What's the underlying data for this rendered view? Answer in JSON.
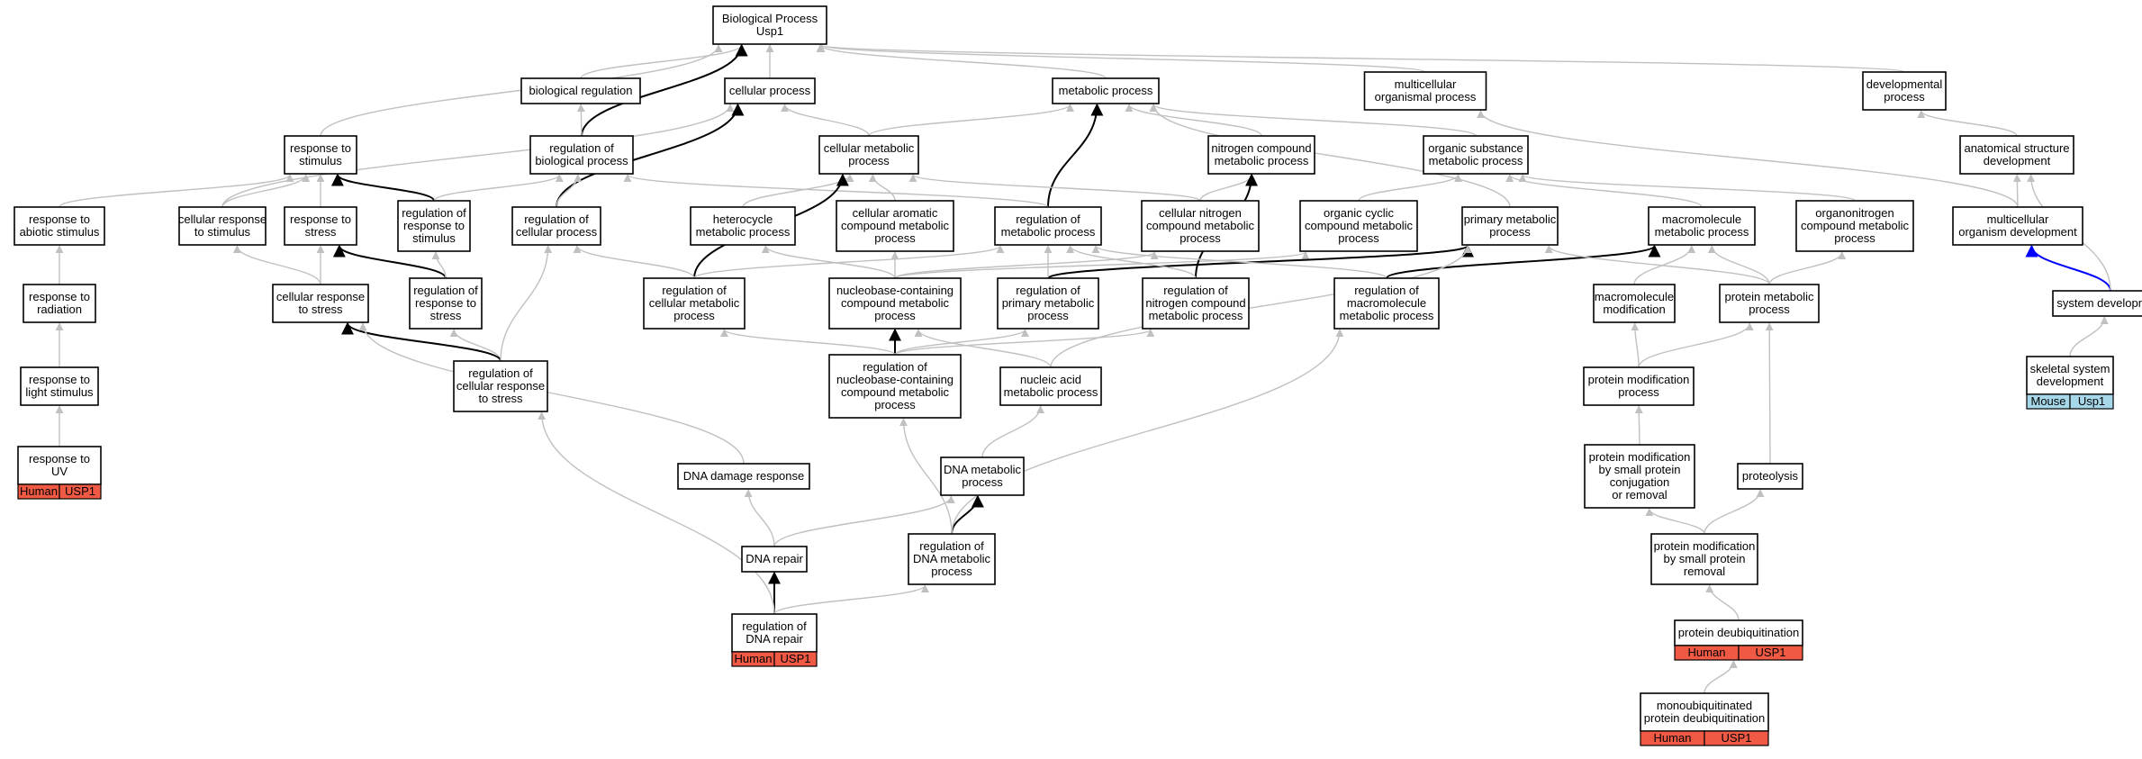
{
  "colors": {
    "grey_edge": "#c0c0c0",
    "black_edge": "#000000",
    "blue_edge": "#0000ff",
    "human_badge": "#f05a45",
    "mouse_badge": "#a6d8ea"
  },
  "nodes": [
    {
      "id": "bp",
      "lines": [
        "Biological Process",
        "Usp1"
      ]
    },
    {
      "id": "bioreg",
      "lines": [
        "biological regulation"
      ]
    },
    {
      "id": "cellproc",
      "lines": [
        "cellular process"
      ]
    },
    {
      "id": "metaproc",
      "lines": [
        "metabolic process"
      ]
    },
    {
      "id": "multiorg",
      "lines": [
        "multicellular",
        "organismal process"
      ]
    },
    {
      "id": "devproc",
      "lines": [
        "developmental",
        "process"
      ]
    },
    {
      "id": "respstim",
      "lines": [
        "response to",
        "stimulus"
      ]
    },
    {
      "id": "regbio",
      "lines": [
        "regulation of",
        "biological process"
      ]
    },
    {
      "id": "cellmeta",
      "lines": [
        "cellular metabolic",
        "process"
      ]
    },
    {
      "id": "nitro",
      "lines": [
        "nitrogen compound",
        "metabolic process"
      ]
    },
    {
      "id": "orgsub",
      "lines": [
        "organic substance",
        "metabolic process"
      ]
    },
    {
      "id": "anat",
      "lines": [
        "anatomical structure",
        "development"
      ]
    },
    {
      "id": "abiotic",
      "lines": [
        "response to",
        "abiotic stimulus"
      ]
    },
    {
      "id": "cellrespstim",
      "lines": [
        "cellular response",
        "to stimulus"
      ]
    },
    {
      "id": "respstress",
      "lines": [
        "response to",
        "stress"
      ]
    },
    {
      "id": "regrespstim",
      "lines": [
        "regulation of",
        "response to",
        "stimulus"
      ]
    },
    {
      "id": "regcell",
      "lines": [
        "regulation of",
        "cellular process"
      ]
    },
    {
      "id": "hetero",
      "lines": [
        "heterocycle",
        "metabolic process"
      ]
    },
    {
      "id": "arom",
      "lines": [
        "cellular aromatic",
        "compound metabolic",
        "process"
      ]
    },
    {
      "id": "regmeta",
      "lines": [
        "regulation of",
        "metabolic process"
      ]
    },
    {
      "id": "cellnitro",
      "lines": [
        "cellular nitrogen",
        "compound metabolic",
        "process"
      ]
    },
    {
      "id": "orgcyc",
      "lines": [
        "organic cyclic",
        "compound metabolic",
        "process"
      ]
    },
    {
      "id": "primmeta",
      "lines": [
        "primary metabolic",
        "process"
      ]
    },
    {
      "id": "macro",
      "lines": [
        "macromolecule",
        "metabolic process"
      ]
    },
    {
      "id": "organonitro",
      "lines": [
        "organonitrogen",
        "compound metabolic",
        "process"
      ]
    },
    {
      "id": "multidev",
      "lines": [
        "multicellular",
        "organism development"
      ]
    },
    {
      "id": "radiation",
      "lines": [
        "response to",
        "radiation"
      ]
    },
    {
      "id": "cellrespstress",
      "lines": [
        "cellular response",
        "to stress"
      ]
    },
    {
      "id": "regrespstress",
      "lines": [
        "regulation of",
        "response to",
        "stress"
      ]
    },
    {
      "id": "regcellmeta",
      "lines": [
        "regulation of",
        "cellular metabolic",
        "process"
      ]
    },
    {
      "id": "nucbase",
      "lines": [
        "nucleobase-containing",
        "compound metabolic",
        "process"
      ]
    },
    {
      "id": "regprim",
      "lines": [
        "regulation of",
        "primary metabolic",
        "process"
      ]
    },
    {
      "id": "regnitro",
      "lines": [
        "regulation of",
        "nitrogen compound",
        "metabolic process"
      ]
    },
    {
      "id": "regmacro",
      "lines": [
        "regulation of",
        "macromolecule",
        "metabolic process"
      ]
    },
    {
      "id": "macromod",
      "lines": [
        "macromolecule",
        "modification"
      ]
    },
    {
      "id": "protmeta",
      "lines": [
        "protein metabolic",
        "process"
      ]
    },
    {
      "id": "sysdev",
      "lines": [
        "system development"
      ]
    },
    {
      "id": "light",
      "lines": [
        "response to",
        "light stimulus"
      ]
    },
    {
      "id": "regcellrespstress",
      "lines": [
        "regulation of",
        "cellular response",
        "to stress"
      ]
    },
    {
      "id": "regnucbase",
      "lines": [
        "regulation of",
        "nucleobase-containing",
        "compound metabolic",
        "process"
      ]
    },
    {
      "id": "nucacid",
      "lines": [
        "nucleic acid",
        "metabolic process"
      ]
    },
    {
      "id": "protmod",
      "lines": [
        "protein modification",
        "process"
      ]
    },
    {
      "id": "skeletal",
      "lines": [
        "skeletal system",
        "development"
      ],
      "badge": {
        "species": "Mouse",
        "gene": "Usp1",
        "kind": "mouse"
      }
    },
    {
      "id": "uv",
      "lines": [
        "response to",
        "UV"
      ],
      "badge": {
        "species": "Human",
        "gene": "USP1",
        "kind": "human"
      }
    },
    {
      "id": "dnadamage",
      "lines": [
        "DNA damage response"
      ]
    },
    {
      "id": "dnameta",
      "lines": [
        "DNA metabolic",
        "process"
      ]
    },
    {
      "id": "protmodsmall",
      "lines": [
        "protein modification",
        "by small protein",
        "conjugation",
        "or removal"
      ]
    },
    {
      "id": "proteolysis",
      "lines": [
        "proteolysis"
      ]
    },
    {
      "id": "dnarepair",
      "lines": [
        "DNA repair"
      ]
    },
    {
      "id": "regdnameta",
      "lines": [
        "regulation of",
        "DNA metabolic",
        "process"
      ]
    },
    {
      "id": "protmodremoval",
      "lines": [
        "protein modification",
        "by small protein",
        "removal"
      ]
    },
    {
      "id": "regdnarepair",
      "lines": [
        "regulation of",
        "DNA repair"
      ],
      "badge": {
        "species": "Human",
        "gene": "USP1",
        "kind": "human"
      }
    },
    {
      "id": "deubiq",
      "lines": [
        "protein deubiquitination"
      ],
      "badge": {
        "species": "Human",
        "gene": "USP1",
        "kind": "human"
      }
    },
    {
      "id": "monodeubiq",
      "lines": [
        "monoubiquitinated",
        "protein deubiquitination"
      ],
      "badge": {
        "species": "Human",
        "gene": "USP1",
        "kind": "human"
      }
    }
  ],
  "edges": [
    {
      "from": "bioreg",
      "to": "bp",
      "style": "grey"
    },
    {
      "from": "cellproc",
      "to": "bp",
      "style": "grey"
    },
    {
      "from": "metaproc",
      "to": "bp",
      "style": "grey"
    },
    {
      "from": "multiorg",
      "to": "bp",
      "style": "grey"
    },
    {
      "from": "devproc",
      "to": "bp",
      "style": "grey"
    },
    {
      "from": "respstim",
      "to": "bp",
      "style": "grey"
    },
    {
      "from": "regbio",
      "to": "bp",
      "style": "black"
    },
    {
      "from": "regbio",
      "to": "bioreg",
      "style": "grey"
    },
    {
      "from": "cellmeta",
      "to": "cellproc",
      "style": "grey"
    },
    {
      "from": "cellmeta",
      "to": "metaproc",
      "style": "grey"
    },
    {
      "from": "nitro",
      "to": "metaproc",
      "style": "grey"
    },
    {
      "from": "orgsub",
      "to": "metaproc",
      "style": "grey"
    },
    {
      "from": "anat",
      "to": "devproc",
      "style": "grey"
    },
    {
      "from": "abiotic",
      "to": "respstim",
      "style": "grey"
    },
    {
      "from": "cellrespstim",
      "to": "respstim",
      "style": "grey"
    },
    {
      "from": "cellrespstim",
      "to": "cellproc",
      "style": "grey"
    },
    {
      "from": "respstress",
      "to": "respstim",
      "style": "grey"
    },
    {
      "from": "regrespstim",
      "to": "respstim",
      "style": "black"
    },
    {
      "from": "regrespstim",
      "to": "regbio",
      "style": "grey"
    },
    {
      "from": "regcell",
      "to": "cellproc",
      "style": "black"
    },
    {
      "from": "regcell",
      "to": "regbio",
      "style": "grey"
    },
    {
      "from": "hetero",
      "to": "cellmeta",
      "style": "grey"
    },
    {
      "from": "arom",
      "to": "cellmeta",
      "style": "grey"
    },
    {
      "from": "regmeta",
      "to": "metaproc",
      "style": "black"
    },
    {
      "from": "regmeta",
      "to": "regbio",
      "style": "grey"
    },
    {
      "from": "cellnitro",
      "to": "nitro",
      "style": "grey"
    },
    {
      "from": "cellnitro",
      "to": "cellmeta",
      "style": "grey"
    },
    {
      "from": "orgcyc",
      "to": "orgsub",
      "style": "grey"
    },
    {
      "from": "primmeta",
      "to": "metaproc",
      "style": "grey"
    },
    {
      "from": "macro",
      "to": "orgsub",
      "style": "grey"
    },
    {
      "from": "organonitro",
      "to": "orgsub",
      "style": "grey"
    },
    {
      "from": "multidev",
      "to": "anat",
      "style": "grey"
    },
    {
      "from": "multidev",
      "to": "multiorg",
      "style": "grey"
    },
    {
      "from": "radiation",
      "to": "abiotic",
      "style": "grey"
    },
    {
      "from": "cellrespstress",
      "to": "respstress",
      "style": "grey"
    },
    {
      "from": "cellrespstress",
      "to": "cellrespstim",
      "style": "grey"
    },
    {
      "from": "regrespstress",
      "to": "respstress",
      "style": "black"
    },
    {
      "from": "regrespstress",
      "to": "regrespstim",
      "style": "grey"
    },
    {
      "from": "regcellmeta",
      "to": "cellmeta",
      "style": "black"
    },
    {
      "from": "regcellmeta",
      "to": "regcell",
      "style": "grey"
    },
    {
      "from": "regcellmeta",
      "to": "regmeta",
      "style": "grey"
    },
    {
      "from": "nucbase",
      "to": "hetero",
      "style": "grey"
    },
    {
      "from": "nucbase",
      "to": "arom",
      "style": "grey"
    },
    {
      "from": "nucbase",
      "to": "orgcyc",
      "style": "grey"
    },
    {
      "from": "nucbase",
      "to": "cellnitro",
      "style": "grey"
    },
    {
      "from": "regprim",
      "to": "primmeta",
      "style": "black"
    },
    {
      "from": "regprim",
      "to": "regmeta",
      "style": "grey"
    },
    {
      "from": "regnitro",
      "to": "nitro",
      "style": "black"
    },
    {
      "from": "regnitro",
      "to": "regmeta",
      "style": "grey"
    },
    {
      "from": "regmacro",
      "to": "macro",
      "style": "black"
    },
    {
      "from": "regmacro",
      "to": "regmeta",
      "style": "grey"
    },
    {
      "from": "macromod",
      "to": "macro",
      "style": "grey"
    },
    {
      "from": "protmeta",
      "to": "macro",
      "style": "grey"
    },
    {
      "from": "protmeta",
      "to": "organonitro",
      "style": "grey"
    },
    {
      "from": "protmeta",
      "to": "primmeta",
      "style": "grey"
    },
    {
      "from": "sysdev",
      "to": "multidev",
      "style": "blue"
    },
    {
      "from": "sysdev",
      "to": "anat",
      "style": "grey"
    },
    {
      "from": "light",
      "to": "radiation",
      "style": "grey"
    },
    {
      "from": "regcellrespstress",
      "to": "regrespstress",
      "style": "grey"
    },
    {
      "from": "regcellrespstress",
      "to": "cellrespstress",
      "style": "black"
    },
    {
      "from": "regcellrespstress",
      "to": "regcell",
      "style": "grey"
    },
    {
      "from": "regnucbase",
      "to": "nucbase",
      "style": "black"
    },
    {
      "from": "regnucbase",
      "to": "regcellmeta",
      "style": "grey"
    },
    {
      "from": "regnucbase",
      "to": "regprim",
      "style": "grey"
    },
    {
      "from": "regnucbase",
      "to": "regnitro",
      "style": "grey"
    },
    {
      "from": "nucacid",
      "to": "nucbase",
      "style": "grey"
    },
    {
      "from": "nucacid",
      "to": "primmeta",
      "style": "grey"
    },
    {
      "from": "protmod",
      "to": "macromod",
      "style": "grey"
    },
    {
      "from": "protmod",
      "to": "protmeta",
      "style": "grey"
    },
    {
      "from": "skeletal",
      "to": "sysdev",
      "style": "grey"
    },
    {
      "from": "uv",
      "to": "light",
      "style": "grey"
    },
    {
      "from": "dnadamage",
      "to": "cellrespstress",
      "style": "grey"
    },
    {
      "from": "dnameta",
      "to": "nucacid",
      "style": "grey"
    },
    {
      "from": "protmodsmall",
      "to": "protmod",
      "style": "grey"
    },
    {
      "from": "proteolysis",
      "to": "protmeta",
      "style": "grey"
    },
    {
      "from": "dnarepair",
      "to": "dnadamage",
      "style": "grey"
    },
    {
      "from": "dnarepair",
      "to": "dnameta",
      "style": "grey"
    },
    {
      "from": "regdnameta",
      "to": "dnameta",
      "style": "black"
    },
    {
      "from": "regdnameta",
      "to": "regnucbase",
      "style": "grey"
    },
    {
      "from": "regdnameta",
      "to": "regmacro",
      "style": "grey"
    },
    {
      "from": "protmodremoval",
      "to": "protmodsmall",
      "style": "grey"
    },
    {
      "from": "protmodremoval",
      "to": "proteolysis",
      "style": "grey"
    },
    {
      "from": "regdnarepair",
      "to": "dnarepair",
      "style": "black"
    },
    {
      "from": "regdnarepair",
      "to": "regdnameta",
      "style": "grey"
    },
    {
      "from": "regdnarepair",
      "to": "regcellrespstress",
      "style": "grey"
    },
    {
      "from": "deubiq",
      "to": "protmodremoval",
      "style": "grey"
    },
    {
      "from": "monodeubiq",
      "to": "deubiq",
      "style": "grey"
    }
  ]
}
